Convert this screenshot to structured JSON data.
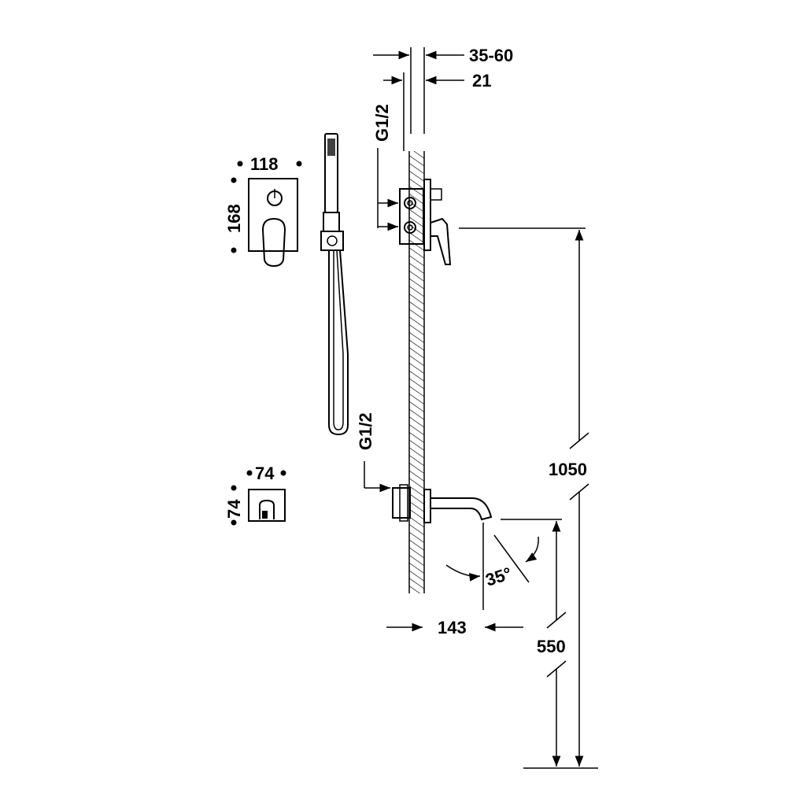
{
  "dimensions": {
    "wall_depth": "35-60",
    "wall_min": "21",
    "thread_top": "G1/2",
    "thread_bottom": "G1/2",
    "plate_width": "118",
    "plate_height": "168",
    "spout_plate_width": "74",
    "spout_plate_height": "74",
    "total_height": "1050",
    "spout_height": "550",
    "spout_projection": "143",
    "spout_angle": "35°"
  },
  "colors": {
    "line": "#000000",
    "background": "#ffffff"
  }
}
